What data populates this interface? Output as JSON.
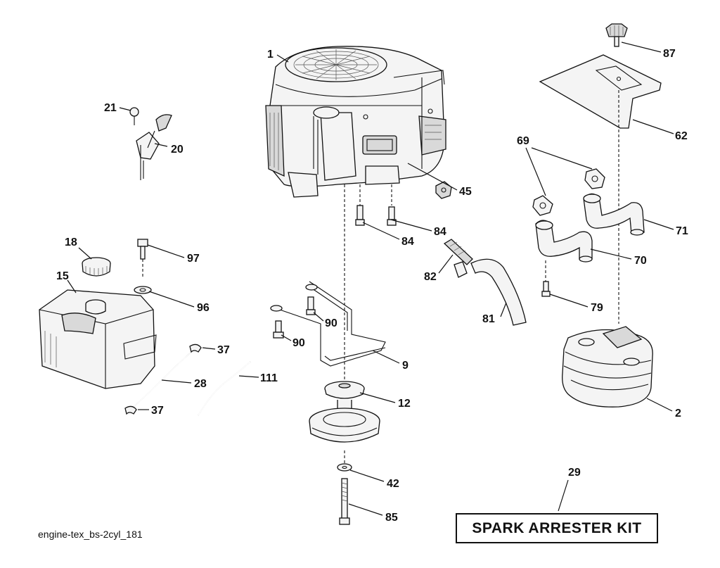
{
  "drawing_id": "engine-tex_bs-2cyl_181",
  "kit_label": "SPARK ARRESTER KIT",
  "callouts": {
    "c1": "1",
    "c2": "2",
    "c9": "9",
    "c12": "12",
    "c15": "15",
    "c18": "18",
    "c20": "20",
    "c21": "21",
    "c28": "28",
    "c29": "29",
    "c37a": "37",
    "c37b": "37",
    "c42": "42",
    "c45": "45",
    "c62": "62",
    "c69": "69",
    "c70": "70",
    "c71": "71",
    "c79": "79",
    "c81": "81",
    "c82": "82",
    "c84a": "84",
    "c84b": "84",
    "c85": "85",
    "c87": "87",
    "c90a": "90",
    "c90b": "90",
    "c96": "96",
    "c97": "97",
    "c111": "111"
  }
}
